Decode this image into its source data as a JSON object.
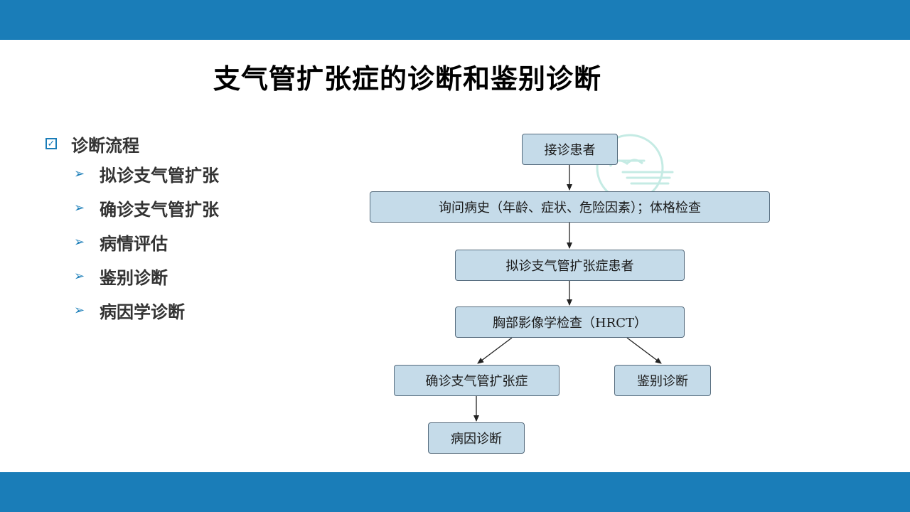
{
  "slide": {
    "title": "支气管扩张症的诊断和鉴别诊断",
    "accent_color": "#1a7db8"
  },
  "outline": {
    "icon": "checkbox-icon",
    "heading": "诊断流程",
    "bullet_icon": "arrow-bullet-icon",
    "items": [
      {
        "label": "拟诊支气管扩张"
      },
      {
        "label": "确诊支气管扩张"
      },
      {
        "label": "病情评估"
      },
      {
        "label": "鉴别诊断"
      },
      {
        "label": "病因学诊断"
      }
    ]
  },
  "flowchart": {
    "nodes": [
      {
        "id": "n1",
        "label": "接诊患者"
      },
      {
        "id": "n2",
        "label": "询问病史（年龄、症状、危险因素）；体格检查"
      },
      {
        "id": "n3",
        "label": "拟诊支气管扩张症患者"
      },
      {
        "id": "n4",
        "label": "胸部影像学检查（HRCT）"
      },
      {
        "id": "n5",
        "label": "确诊支气管扩张症"
      },
      {
        "id": "n6",
        "label": "鉴别诊断"
      },
      {
        "id": "n7",
        "label": "病因诊断"
      }
    ],
    "edges": [
      {
        "from": "n1",
        "to": "n2"
      },
      {
        "from": "n2",
        "to": "n3"
      },
      {
        "from": "n3",
        "to": "n4"
      },
      {
        "from": "n4",
        "to": "n5"
      },
      {
        "from": "n4",
        "to": "n6"
      },
      {
        "from": "n5",
        "to": "n7"
      }
    ]
  }
}
